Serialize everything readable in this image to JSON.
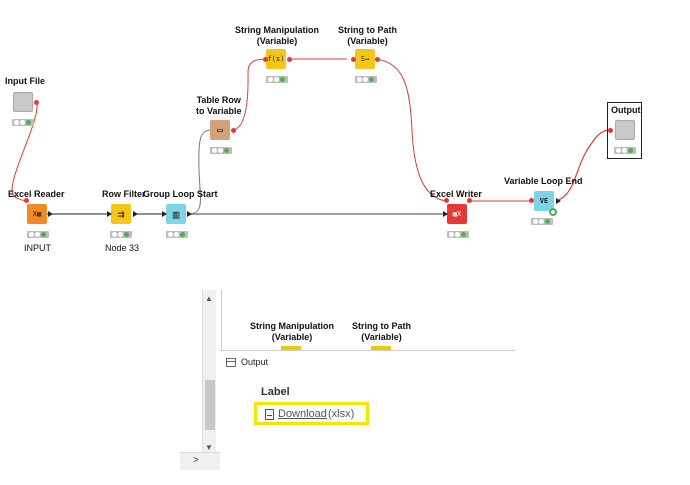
{
  "workflow": {
    "nodes": [
      {
        "key": "input-file",
        "label": "Input File",
        "sublabel": "",
        "color": "#c9c9c9",
        "glyph": ""
      },
      {
        "key": "excel-reader",
        "label": "Excel Reader",
        "sublabel": "INPUT",
        "color": "#f08a24",
        "glyph": "X▦"
      },
      {
        "key": "row-filter",
        "label": "Row Filter",
        "sublabel": "Node 33",
        "color": "#f5c518",
        "glyph": "⇉"
      },
      {
        "key": "group-loop-start",
        "label": "Group Loop Start",
        "sublabel": "",
        "color": "#7fd3e6",
        "glyph": "▥"
      },
      {
        "key": "table-row-to-variable",
        "label": "Table Row\nto Variable",
        "sublabel": "",
        "color": "#d3a07c",
        "glyph": "▭"
      },
      {
        "key": "string-manipulation",
        "label": "String Manipulation\n(Variable)",
        "sublabel": "",
        "color": "#f5c518",
        "glyph": "f(s)"
      },
      {
        "key": "string-to-path",
        "label": "String to Path\n(Variable)",
        "sublabel": "",
        "color": "#f5c518",
        "glyph": "S→"
      },
      {
        "key": "excel-writer",
        "label": "Excel Writer",
        "sublabel": "",
        "color": "#e53935",
        "glyph": "▦X"
      },
      {
        "key": "variable-loop-end",
        "label": "Variable Loop End",
        "sublabel": "",
        "color": "#7fd3e6",
        "glyph": "VE"
      },
      {
        "key": "output",
        "label": "Output",
        "sublabel": "",
        "color": "#c9c9c9",
        "glyph": ""
      }
    ]
  },
  "background_nodes": {
    "string_manipulation": "String Manipulation\n(Variable)",
    "string_to_path": "String to Path\n(Variable)"
  },
  "dialog": {
    "title": "Output",
    "field_label": "Label",
    "download_link": "Download",
    "download_type": "(xlsx)",
    "highlight_color": "#f3e600"
  },
  "scroll": {
    "up_arrow": "▲",
    "down_arrow": "▼",
    "right_arrow": ">"
  },
  "colors": {
    "flow_wire": "#e53935",
    "data_wire": "#444444",
    "status_ok": "#4caf50"
  }
}
